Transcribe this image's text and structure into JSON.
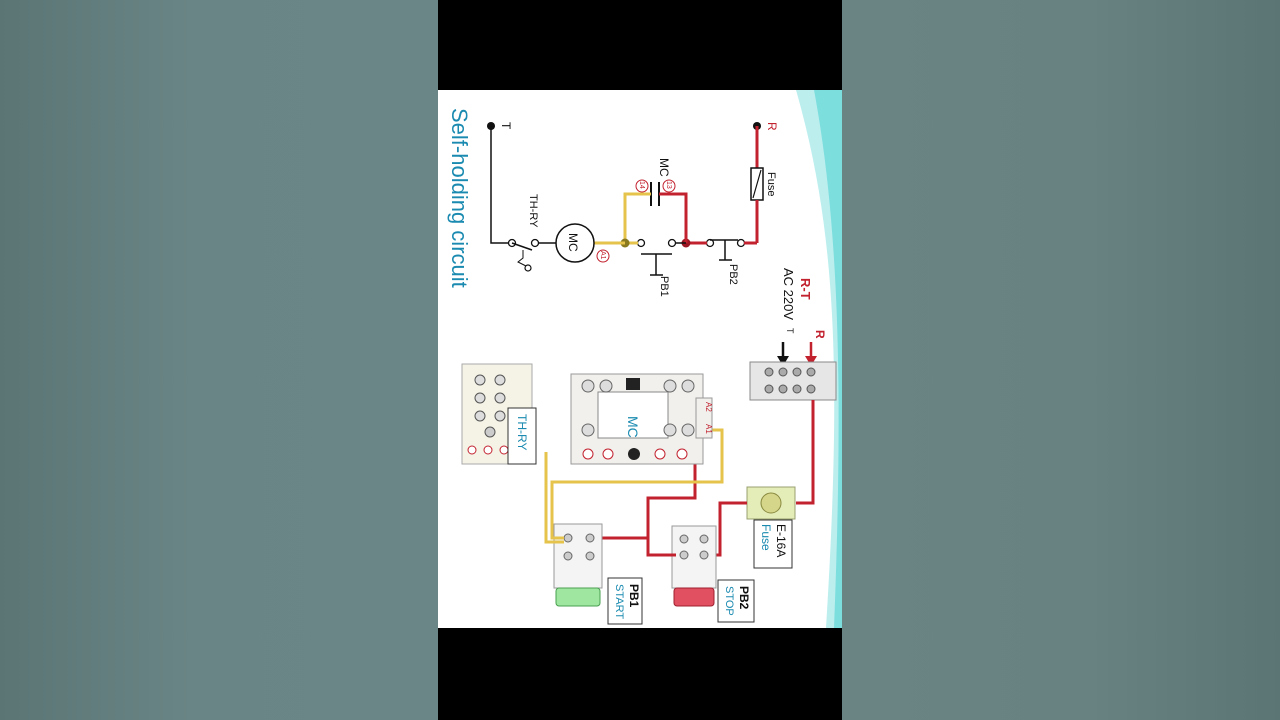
{
  "colors": {
    "page_bg": "#687f7f",
    "letterbox": "#000000",
    "slide_bg": "#ffffff",
    "title": "#1a8ab0",
    "red_wire": "#c2212e",
    "yellow_wire": "#e6c34a",
    "accent_wave": "#7ddede"
  },
  "diagram": {
    "title": "Self-holding circuit",
    "schematic": {
      "r_node": "R",
      "t_node": "T",
      "fuse_label": "Fuse",
      "mc_contact_label": "MC",
      "contact_13": "13",
      "contact_14": "14",
      "pb1_label": "PB1",
      "pb2_label": "PB2",
      "coil_label": "MC",
      "coil_terminal": "A1",
      "thermal_relay_label": "TH-RY"
    },
    "wiring": {
      "supply_title": "R-T",
      "supply_voltage": "AC 220V",
      "terminal_r": "R",
      "terminal_t": "T",
      "fuse_box_label_1": "E-16A",
      "fuse_box_label_2": "Fuse",
      "stop_button_name": "PB2",
      "stop_button_role": "STOP",
      "start_button_name": "PB1",
      "start_button_role": "START",
      "contactor_label": "MC",
      "contactor_terminal_a1": "A1",
      "contactor_terminal_a2": "A2",
      "thermal_relay_label": "TH-RY"
    }
  }
}
